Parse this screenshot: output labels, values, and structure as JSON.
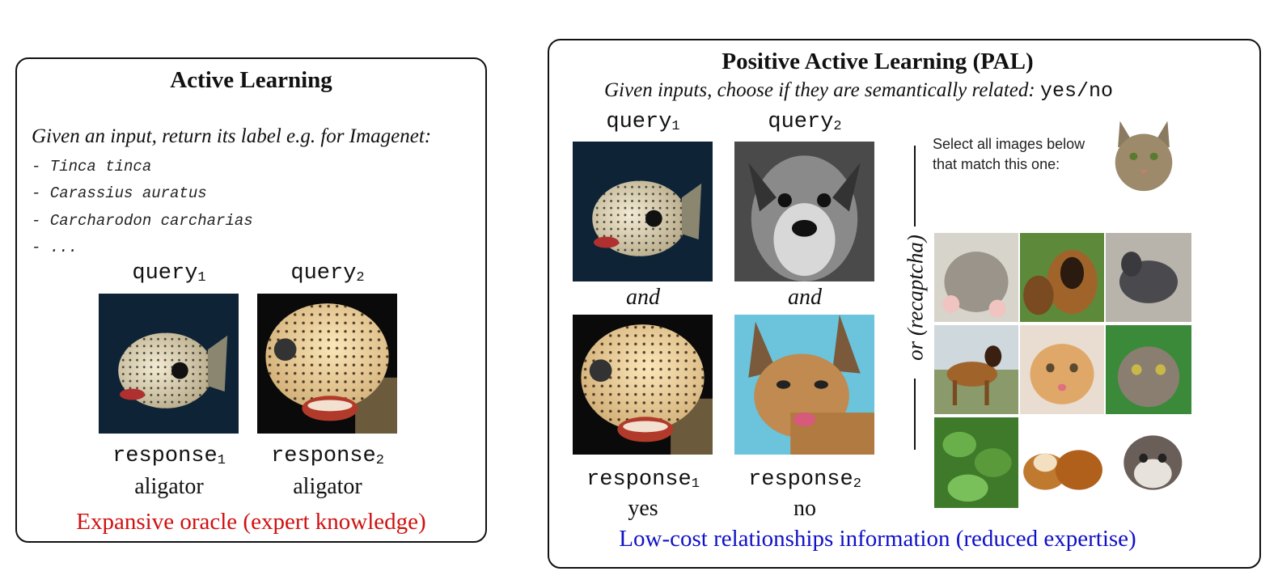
{
  "left": {
    "title": "Active Learning",
    "instruction": "Given an input, return its label e.g. for Imagenet:",
    "labels": [
      "- Tinca tinca",
      "- Carassius auratus",
      "- Carcharodon carcharias",
      "- ..."
    ],
    "query1": "query",
    "query2": "query",
    "sub1": "1",
    "sub2": "2",
    "response": "response",
    "response1_value": "aligator",
    "response2_value": "aligator",
    "footer": "Expansive oracle (expert knowledge)"
  },
  "right": {
    "title": "Positive Active Learning (PAL)",
    "instruction": "Given inputs, choose if they are semantically related:",
    "answer_options": "yes/no",
    "query": "query",
    "sub1": "1",
    "sub2": "2",
    "and": "and",
    "response": "response",
    "response1_value": "yes",
    "response2_value": "no",
    "or_text": "or (recaptcha)",
    "recaptcha_line1": "Select all images below",
    "recaptcha_line2": "that match this one:",
    "footer": "Low-cost relationships information (reduced expertise)"
  },
  "colors": {
    "footer_left": "#d01010",
    "footer_right": "#1010c8"
  }
}
